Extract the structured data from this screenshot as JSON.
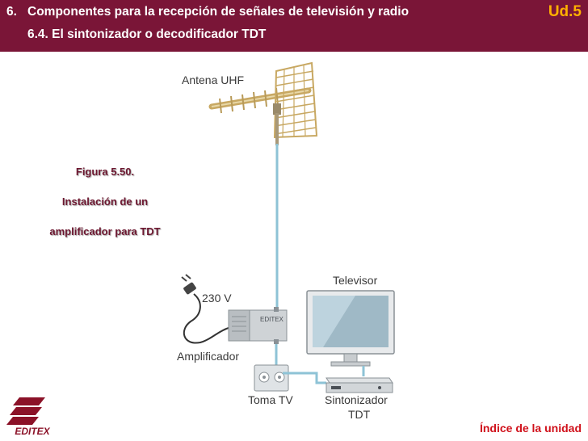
{
  "header": {
    "section_number": "6.",
    "section_title": "Componentes para la recepción de señales de televisión y radio",
    "subsection_title": "6.4. El sintonizador o decodificador TDT",
    "unit_badge": "Ud.5"
  },
  "caption": {
    "figure": "Figura 5.50.",
    "line1": "Instalación de un",
    "line2": "amplificador para TDT"
  },
  "diagram": {
    "antenna_label": "Antena UHF",
    "tv_label": "Televisor",
    "power_label": "230 V",
    "amplifier_brand": "EDITEX",
    "amplifier_label": "Amplificador",
    "socket_label": "Toma TV",
    "tuner_label_line1": "Sintonizador",
    "tuner_label_line2": "TDT"
  },
  "footer": {
    "logo_text": "EDITEX",
    "index_link": "Índice de la unidad"
  },
  "colors": {
    "header_bg": "#7a1537",
    "unit_badge": "#ffb000",
    "caption": "#6d1730",
    "index_link": "#d0101a",
    "cable": "#8ec3d6"
  }
}
